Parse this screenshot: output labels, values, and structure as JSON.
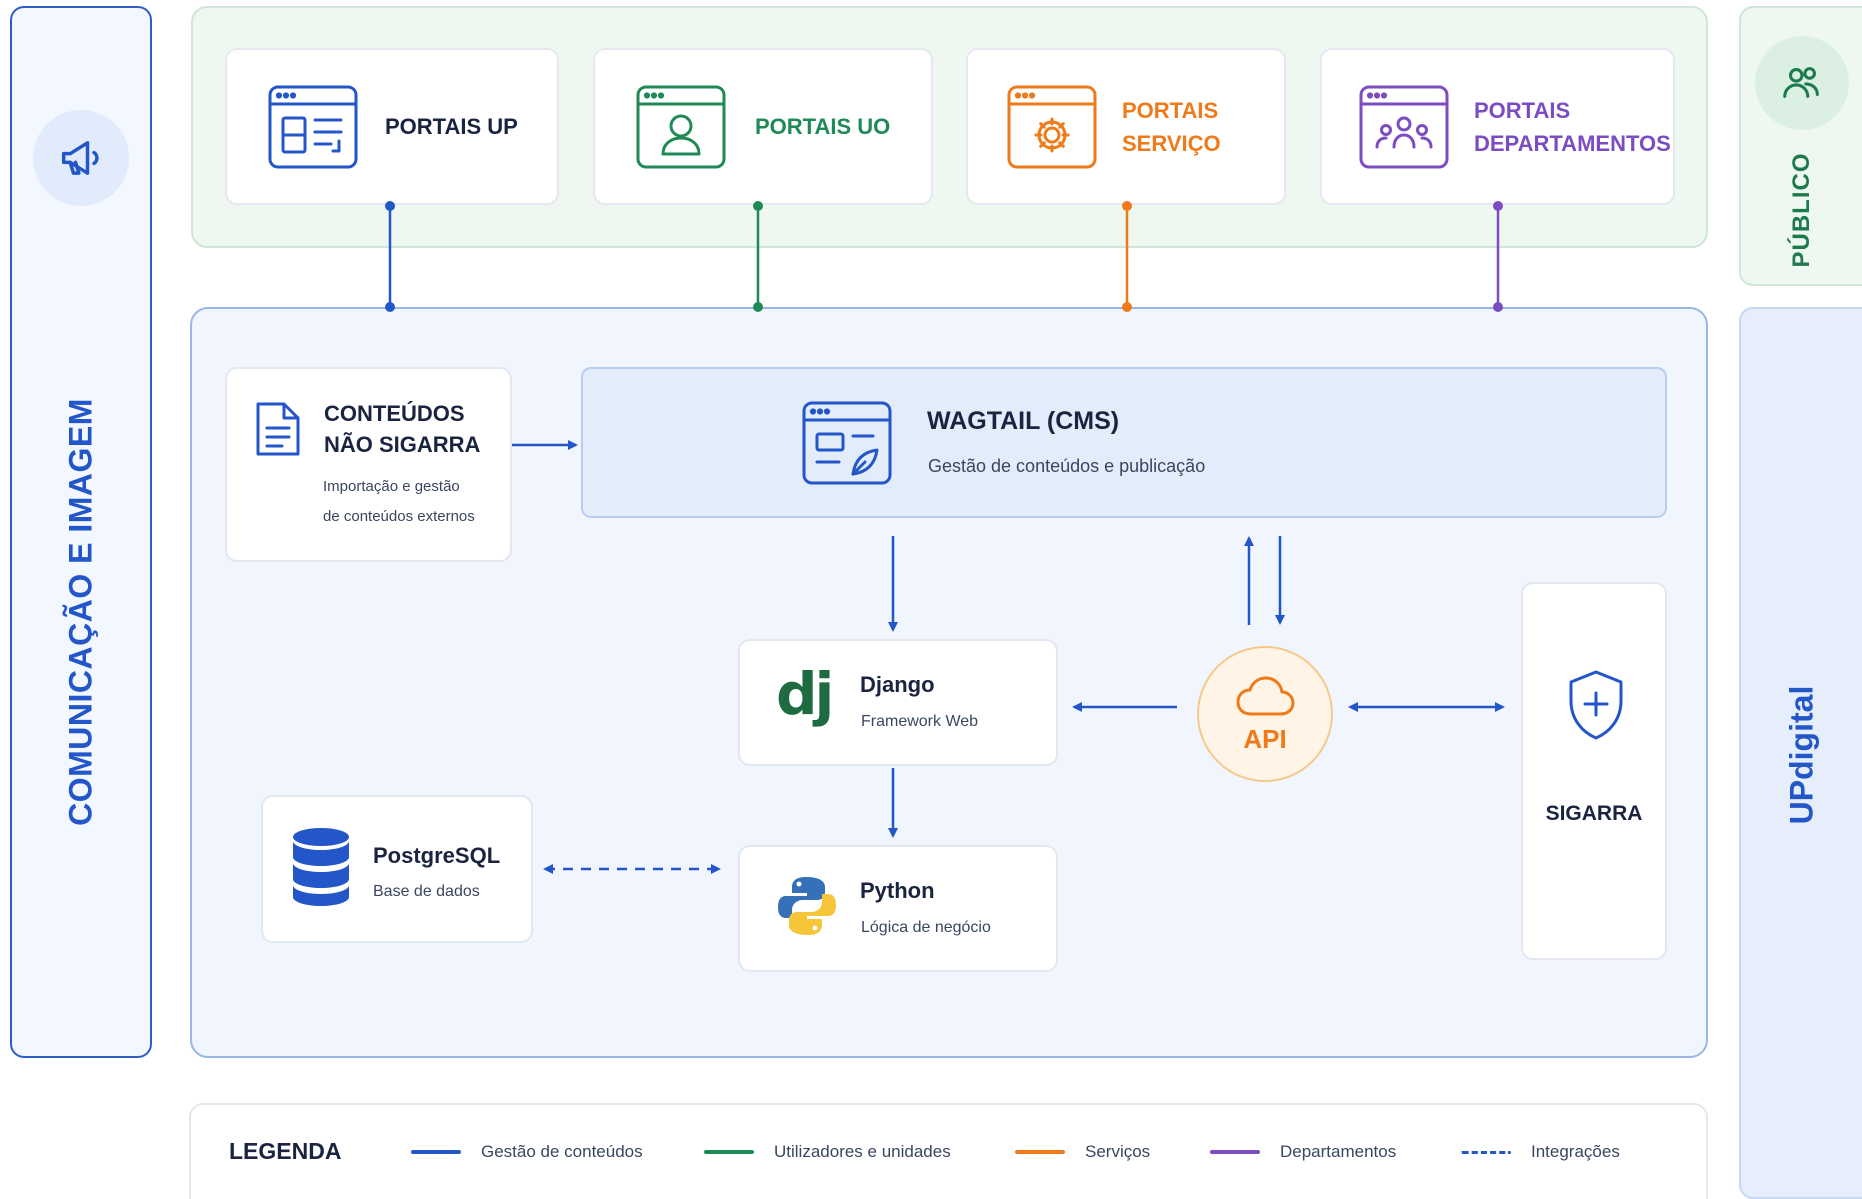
{
  "left_panel": {
    "label": "COMUNICAÇÃO E IMAGEM",
    "icon": "megaphone-icon"
  },
  "public_panel": {
    "label": "PÚBLICO",
    "icon": "users-icon"
  },
  "updigital_panel": {
    "label": "UPdigital"
  },
  "portals": [
    {
      "line1": "PORTAIS UP",
      "line2": "",
      "color": "#2356c8",
      "icon": "newspaper-window-icon"
    },
    {
      "line1": "PORTAIS UO",
      "line2": "",
      "color": "#1f8a55",
      "icon": "user-window-icon"
    },
    {
      "line1": "PORTAIS",
      "line2": "SERVIÇO",
      "color": "#ef7a1a",
      "icon": "gear-window-icon"
    },
    {
      "line1": "PORTAIS",
      "line2": "DEPARTAMENTOS",
      "color": "#7b4cc2",
      "icon": "group-window-icon"
    }
  ],
  "external_content": {
    "title_line1": "CONTEÚDOS",
    "title_line2": "NÃO SIGARRA",
    "desc_line1": "Importação e gestão",
    "desc_line2": "de conteúdos externos",
    "icon": "document-icon"
  },
  "wagtail": {
    "title": "WAGTAIL (CMS)",
    "subtitle": "Gestão de conteúdos e publicação",
    "icon": "cms-leaf-window-icon"
  },
  "django": {
    "title": "Django",
    "subtitle": "Framework Web",
    "logo_text": "dj"
  },
  "python": {
    "title": "Python",
    "subtitle": "Lógica de negócio",
    "icon": "python-logo-icon"
  },
  "postgresql": {
    "title": "PostgreSQL",
    "subtitle": "Base de dados",
    "icon": "database-icon"
  },
  "api": {
    "label": "API",
    "icon": "cloud-icon"
  },
  "sigarra": {
    "label": "SIGARRA",
    "icon": "shield-plus-icon"
  },
  "legend": {
    "title": "LEGENDA",
    "items": [
      {
        "label": "Gestão de conteúdos",
        "color": "#2356c8",
        "style": "solid"
      },
      {
        "label": "Utilizadores e unidades",
        "color": "#1f8a55",
        "style": "solid"
      },
      {
        "label": "Serviços",
        "color": "#ef7a1a",
        "style": "solid"
      },
      {
        "label": "Departamentos",
        "color": "#7b4cc2",
        "style": "solid"
      },
      {
        "label": "Integrações",
        "color": "#2356c8",
        "style": "dashed"
      }
    ]
  }
}
